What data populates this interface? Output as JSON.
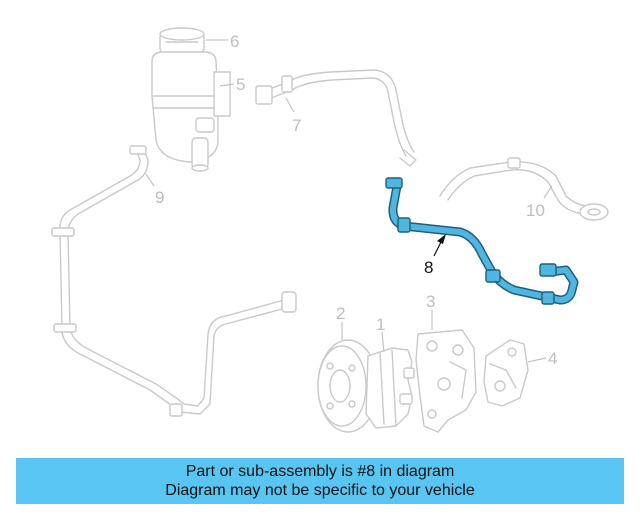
{
  "colors": {
    "highlight_part": "#4fb6e0",
    "ghost_parts": "#c9c9c9",
    "banner_background": "#59c5f2",
    "banner_text": "#111111"
  },
  "callouts": [
    {
      "label": "1",
      "highlighted": false
    },
    {
      "label": "2",
      "highlighted": false
    },
    {
      "label": "3",
      "highlighted": false
    },
    {
      "label": "4",
      "highlighted": false
    },
    {
      "label": "5",
      "highlighted": false
    },
    {
      "label": "6",
      "highlighted": false
    },
    {
      "label": "7",
      "highlighted": false
    },
    {
      "label": "8",
      "highlighted": true
    },
    {
      "label": "9",
      "highlighted": false
    },
    {
      "label": "10",
      "highlighted": false
    }
  ],
  "banner": {
    "line1": "Part or sub-assembly is #8 in diagram",
    "line2": "Diagram may not be specific to your vehicle"
  }
}
